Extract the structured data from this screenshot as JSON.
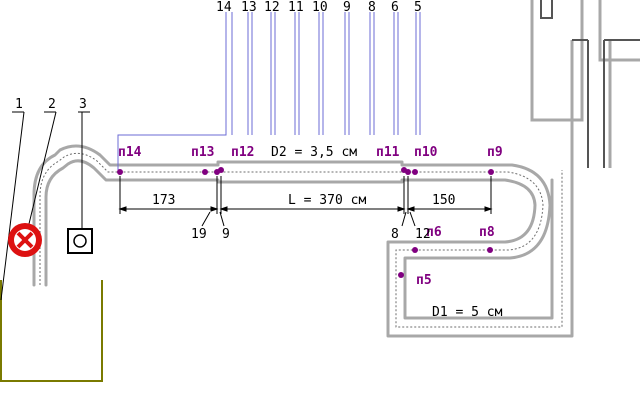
{
  "numbers_top": [
    "14",
    "13",
    "12",
    "11",
    "10",
    "9",
    "8",
    "6",
    "5"
  ],
  "numbers_left": [
    "1",
    "2",
    "3"
  ],
  "labels": {
    "d2": "D2 = 3,5 см",
    "d1": "D1 = 5 см",
    "length": "L = 370 см",
    "dist_left": "173",
    "dist_right": "150",
    "n19": "19",
    "n9": "9",
    "n8": "8",
    "n12": "12"
  },
  "probes": {
    "p14": "п14",
    "p13": "п13",
    "p12": "п12",
    "p11": "п11",
    "p10": "п10",
    "p9": "п9",
    "p6": "п6",
    "p8": "п8",
    "p5": "п5"
  },
  "colors": {
    "pipe": "#a8a8a8",
    "wire": "#6b6bd6",
    "probe": "#800080",
    "valve": "#dd1111",
    "tank": "#7a7a00"
  }
}
